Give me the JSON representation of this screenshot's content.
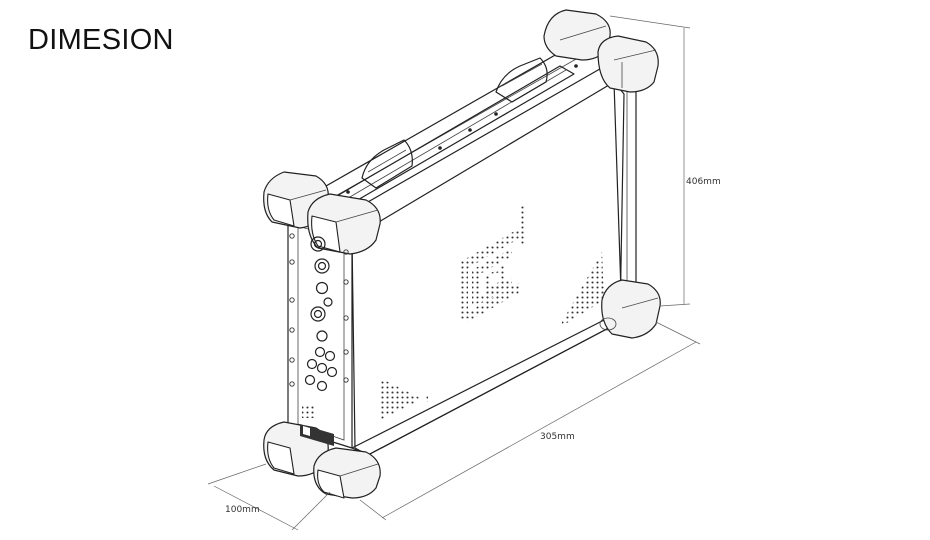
{
  "title": "DIMESION",
  "dimensions": {
    "height_label": "406mm",
    "width_label": "305mm",
    "depth_label": "100mm"
  },
  "colors": {
    "line": "#222222",
    "dimension_line": "#666666",
    "background": "#ffffff"
  }
}
